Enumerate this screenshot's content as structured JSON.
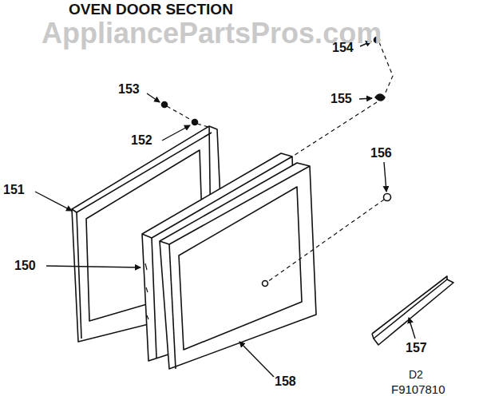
{
  "diagram": {
    "title": "OVEN DOOR SECTION",
    "labels": [
      "AppliancePartsPros.com",
      "154",
      "155",
      "153",
      "152",
      "151",
      "150",
      "156",
      "157",
      "158",
      "D2",
      "F9107810"
    ]
  }
}
